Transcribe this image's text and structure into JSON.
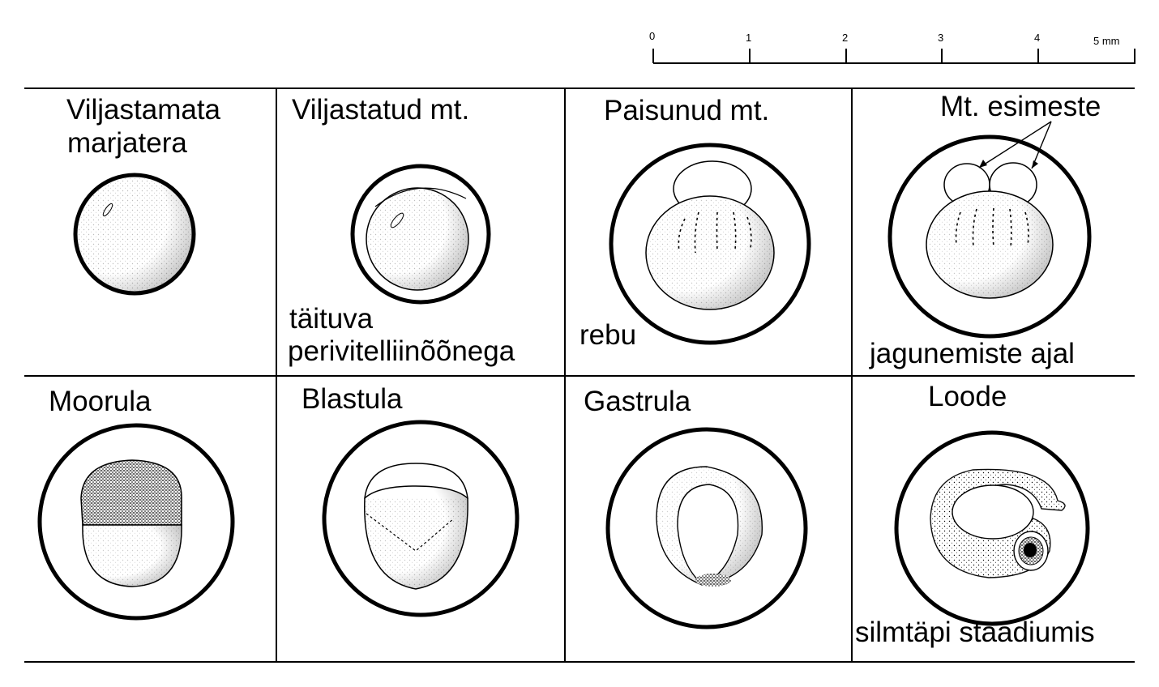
{
  "scale_bar": {
    "ticks": [
      "0",
      "1",
      "2",
      "3",
      "4"
    ],
    "end_label": "5 mm"
  },
  "cells": [
    {
      "title": [
        "Viljastamata",
        "marjatera"
      ],
      "note": []
    },
    {
      "title": [
        "Viljastatud mt."
      ],
      "note": [
        "täituva",
        "perivitelliinõõnega"
      ]
    },
    {
      "title": [
        "Paisunud mt."
      ],
      "note": [
        "rebu"
      ]
    },
    {
      "title": [
        "Mt. esimeste"
      ],
      "note": [
        "jagunemiste ajal"
      ]
    },
    {
      "title": [
        "Moorula"
      ],
      "note": []
    },
    {
      "title": [
        "Blastula"
      ],
      "note": []
    },
    {
      "title": [
        "Gastrula"
      ],
      "note": []
    },
    {
      "title": [
        "Loode"
      ],
      "note": [
        "silmtäpi staadiumis"
      ]
    }
  ]
}
